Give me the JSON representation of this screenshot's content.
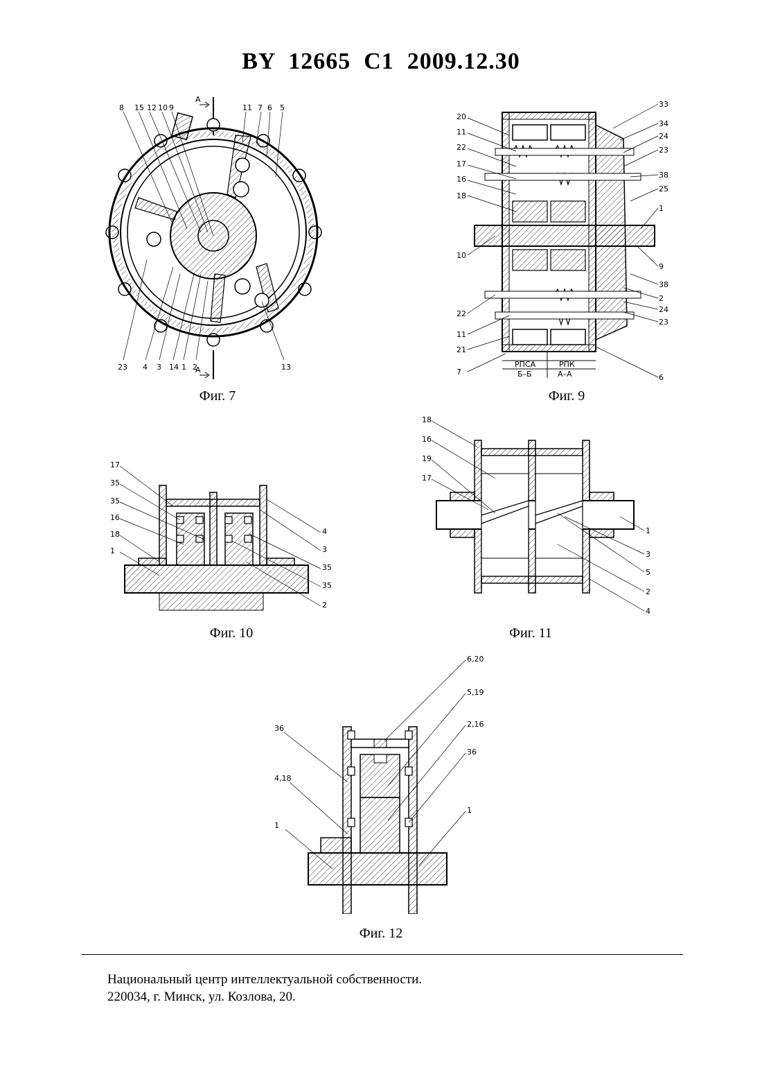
{
  "header": {
    "title": "BY  12665  C1  2009.12.30"
  },
  "figures": {
    "fig7": {
      "caption": "Фиг. 7",
      "section": "А",
      "labels_top": [
        "8",
        "15",
        "12",
        "10",
        "9",
        "11",
        "7",
        "6",
        "5"
      ],
      "labels_bottom": [
        "23",
        "4",
        "3",
        "14",
        "1",
        "2",
        "13"
      ]
    },
    "fig9": {
      "caption": "Фиг. 9",
      "labels_left": [
        "20",
        "11",
        "22",
        "17",
        "16",
        "18",
        "10",
        "22",
        "11",
        "21",
        "7"
      ],
      "labels_right": [
        "33",
        "34",
        "24",
        "23",
        "38",
        "25",
        "1",
        "9",
        "38",
        "2",
        "24",
        "23",
        "6"
      ],
      "legend": [
        "РПСА",
        "РПК",
        "Б–Б",
        "А–А"
      ]
    },
    "fig10": {
      "caption": "Фиг. 10",
      "labels_left": [
        "17",
        "35",
        "35",
        "16",
        "18",
        "1"
      ],
      "labels_right": [
        "4",
        "3",
        "35",
        "35",
        "2"
      ]
    },
    "fig11": {
      "caption": "Фиг. 11",
      "labels_left": [
        "18",
        "16",
        "19",
        "17"
      ],
      "labels_right": [
        "1",
        "3",
        "5",
        "2",
        "4"
      ]
    },
    "fig12": {
      "caption": "Фиг. 12",
      "labels_left": [
        "36",
        "4,18",
        "1"
      ],
      "labels_right": [
        "6,20",
        "5,19",
        "2,16",
        "36",
        "1"
      ]
    }
  },
  "footer": {
    "line1": "Национальный центр интеллектуальной собственности.",
    "line2": "220034, г. Минск, ул. Козлова, 20."
  }
}
